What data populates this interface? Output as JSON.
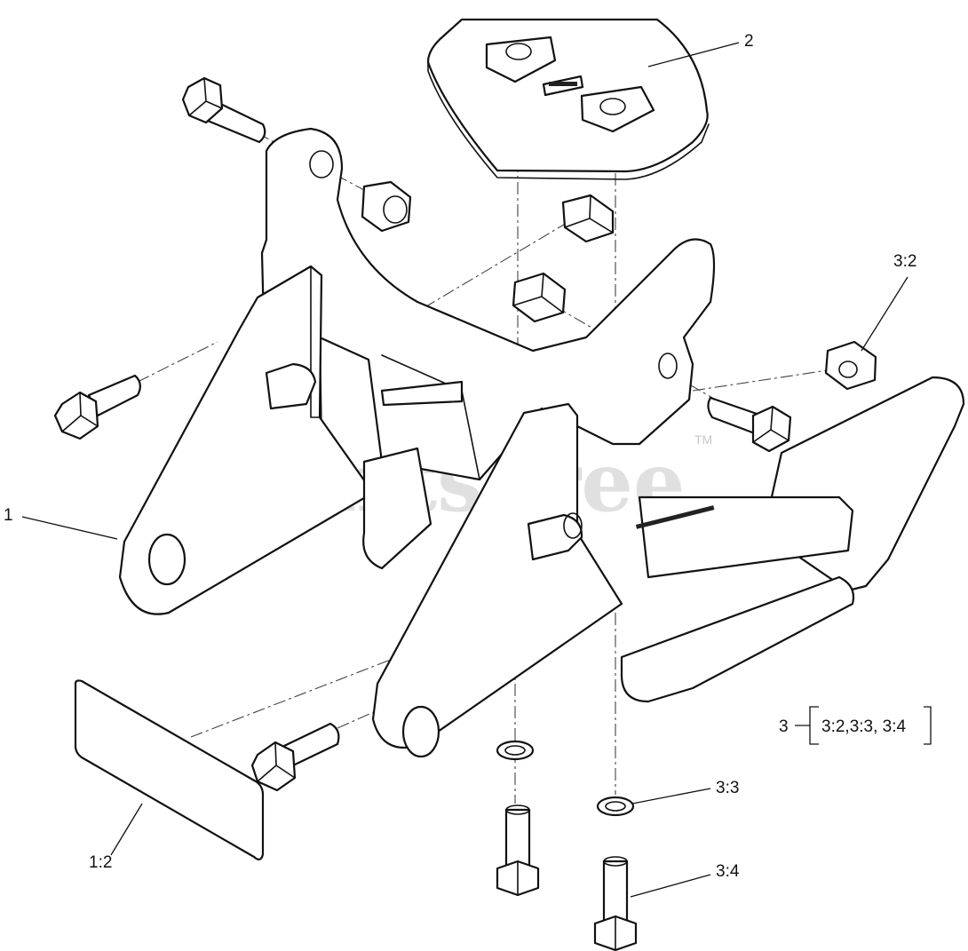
{
  "watermark": {
    "text": "PartsTree",
    "trademark": "TM"
  },
  "callouts": [
    {
      "id": "1",
      "label": "1"
    },
    {
      "id": "2",
      "label": "2"
    },
    {
      "id": "3-2",
      "label": "3:2"
    },
    {
      "id": "1-2",
      "label": "1:2"
    },
    {
      "id": "3-3",
      "label": "3:3"
    },
    {
      "id": "3-4",
      "label": "3:4"
    }
  ],
  "kit": {
    "label": "3",
    "members": "3:2,3:3, 3:4"
  },
  "colors": {
    "line": "#111111",
    "watermark": "#c8c8c8",
    "background": "#ffffff"
  }
}
